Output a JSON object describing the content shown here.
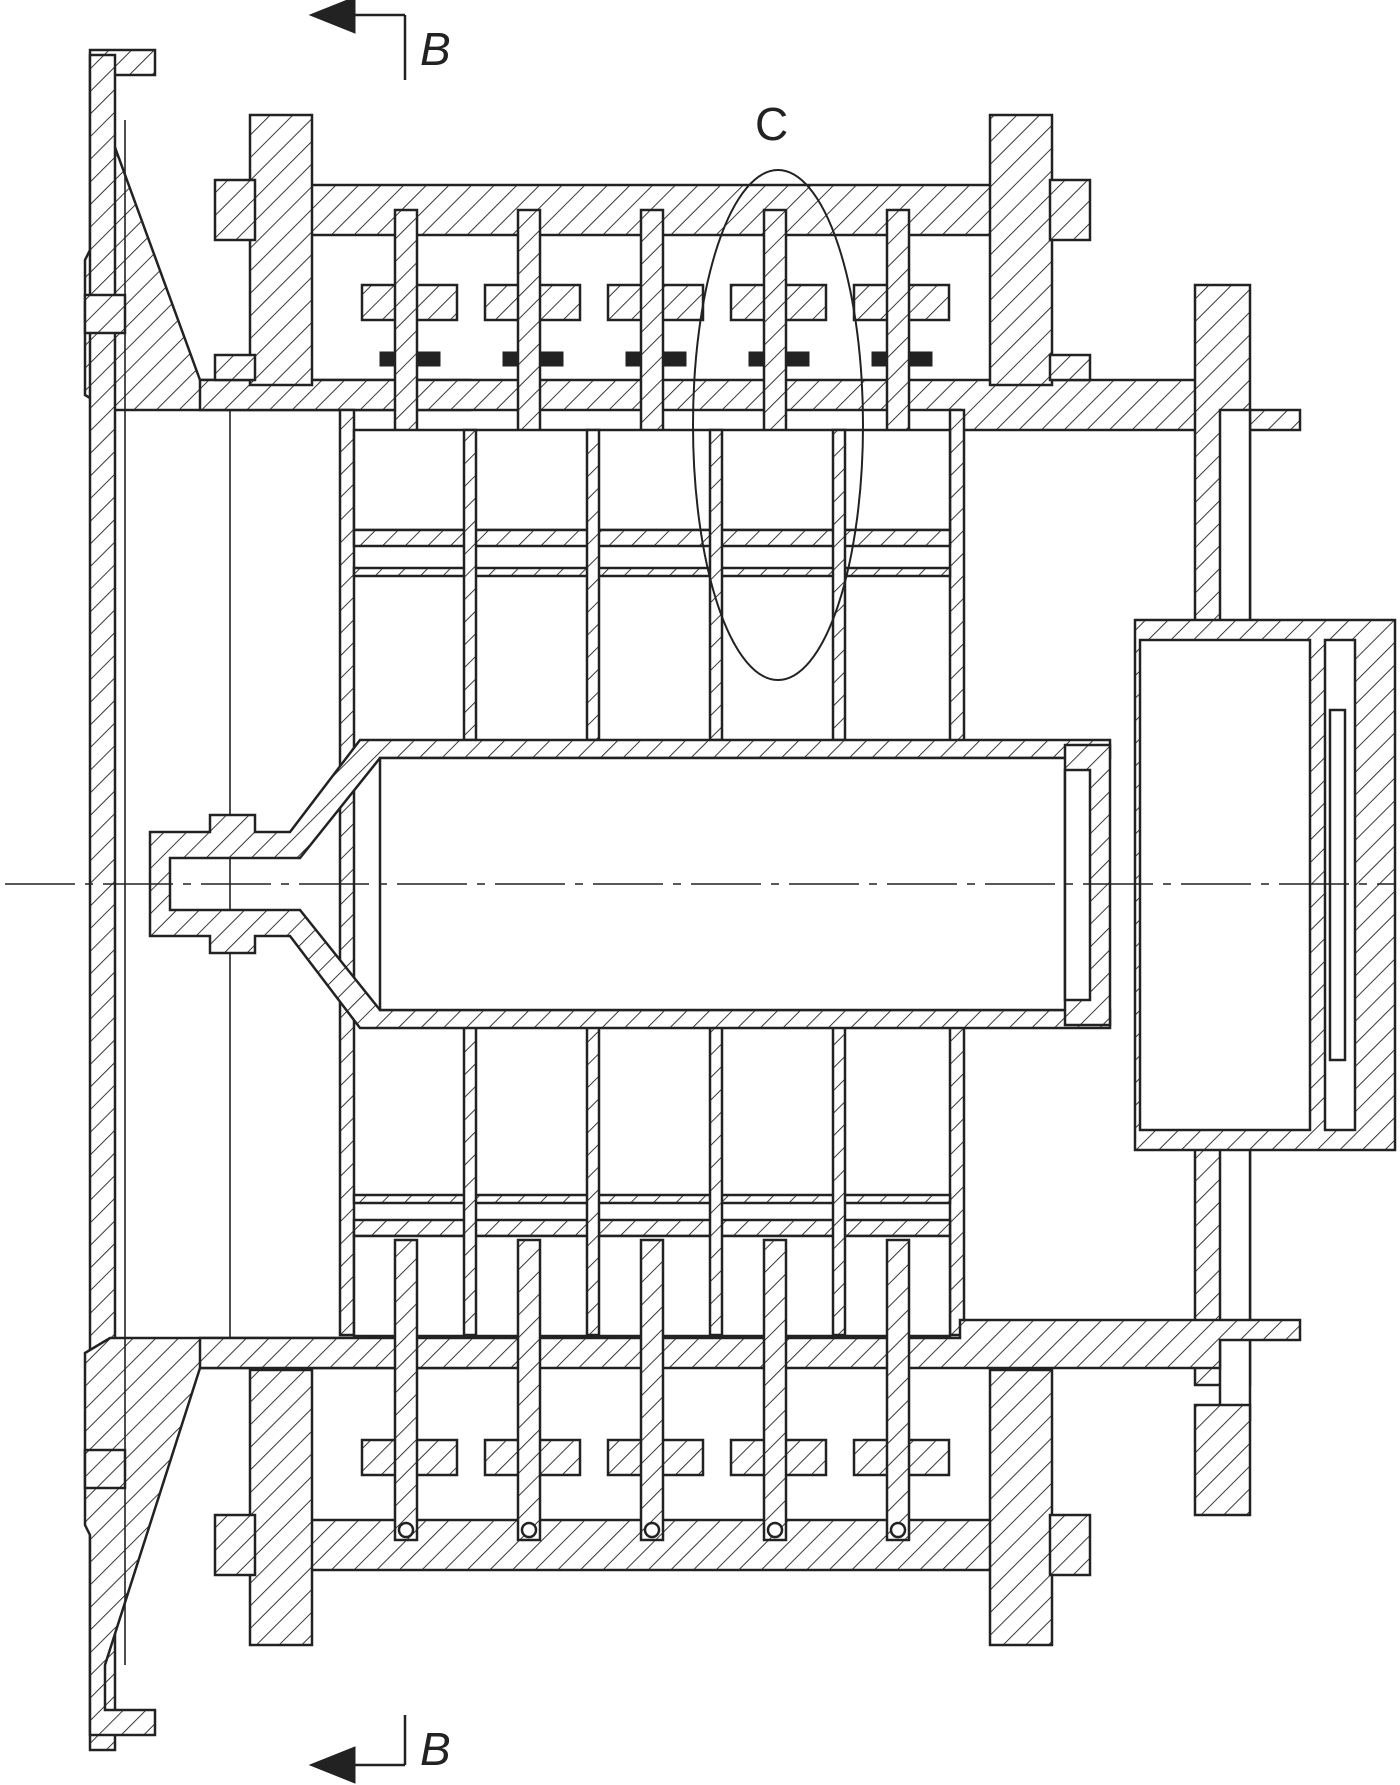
{
  "labels": {
    "section_top": "B",
    "section_bottom": "B",
    "detail": "C"
  },
  "colors": {
    "ink": "#222222",
    "background": "#ffffff"
  }
}
